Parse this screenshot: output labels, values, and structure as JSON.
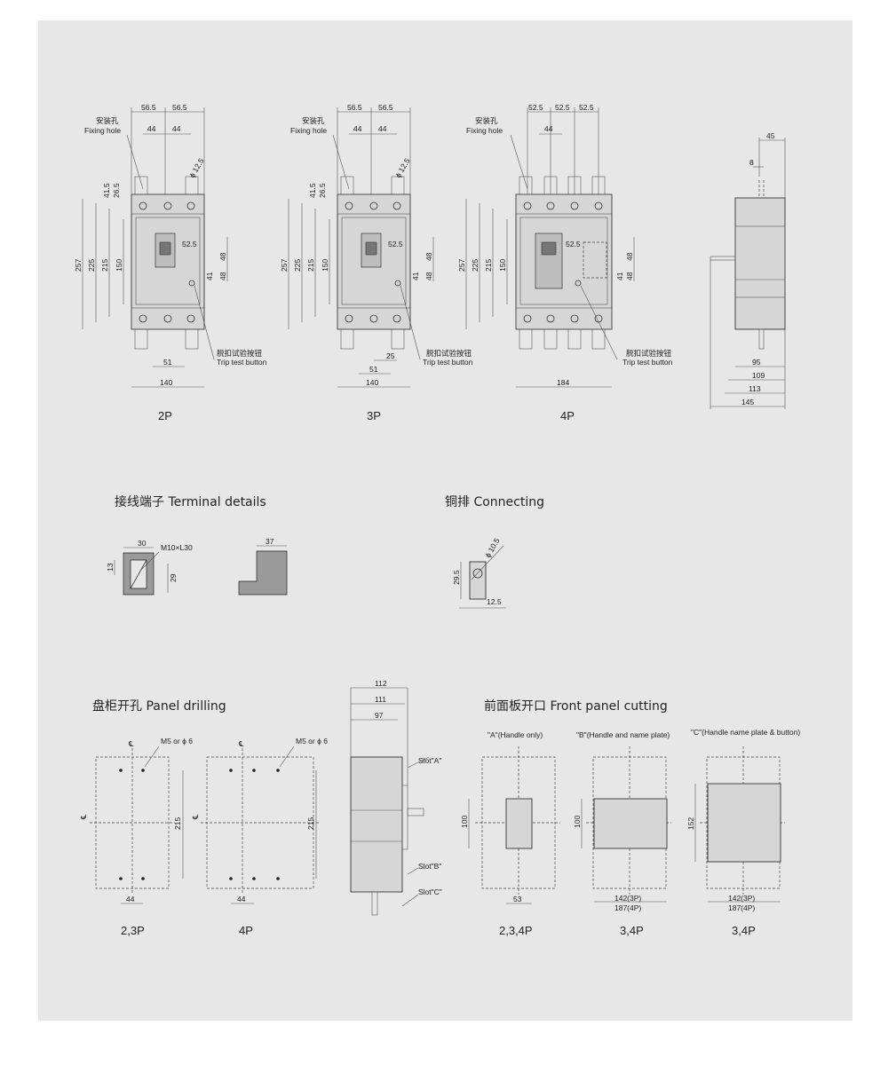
{
  "views": {
    "p2": {
      "label": "2P",
      "width": "140",
      "pitch1": "56.5",
      "pitch2": "56.5",
      "hole1": "44",
      "hole2": "44",
      "d125": "ϕ 12.5",
      "h257": "257",
      "h225": "225",
      "h215": "215",
      "h150": "150",
      "h41_5": "41.5",
      "h26_5": "26.5",
      "v52_5": "52.5",
      "v48a": "48",
      "v41": "41",
      "v48b": "48",
      "b51": "51",
      "fix_cn": "安装孔",
      "fix_en": "Fixing hole",
      "trip_cn": "脱扣试验按钮",
      "trip_en": "Trip test button"
    },
    "p3": {
      "label": "3P",
      "width": "140",
      "pitch1": "56.5",
      "pitch2": "56.5",
      "hole1": "44",
      "hole2": "44",
      "d125": "ϕ 12.5",
      "h257": "257",
      "h225": "225",
      "h215": "215",
      "h150": "150",
      "h41_5": "41.5",
      "h26_5": "26.5",
      "v52_5": "52.5",
      "v48a": "48",
      "v41": "41",
      "v48b": "48",
      "b51": "51",
      "b25": "25",
      "fix_cn": "安装孔",
      "fix_en": "Fixing hole",
      "trip_cn": "脱扣试验按钮",
      "trip_en": "Trip test button"
    },
    "p4": {
      "label": "4P",
      "width": "184",
      "pitch1": "52.5",
      "pitch2": "52.5",
      "pitch3": "52.5",
      "hole1": "44",
      "h257": "257",
      "h225": "225",
      "h215": "215",
      "h150": "150",
      "v52_5": "52.5",
      "v48a": "48",
      "v41": "41",
      "v48b": "48",
      "fix_cn": "安装孔",
      "fix_en": "Fixing hole",
      "trip_cn": "脱扣试验按钮",
      "trip_en": "Trip test button"
    },
    "side": {
      "d45": "45",
      "d8": "8",
      "d95": "95",
      "d109": "109",
      "d113": "113",
      "d145": "145"
    }
  },
  "terminal": {
    "title": "接线端子 Terminal details",
    "d30": "30",
    "screw": "M10×L30",
    "d13": "13",
    "d29": "29",
    "d37": "37"
  },
  "connecting": {
    "title": "铜排 Connecting",
    "d105": "ϕ 10.5",
    "d295": "29.5",
    "d125": "12.5"
  },
  "panel_drilling": {
    "title": "盘柜开孔 Panel drilling",
    "screw_a": "M5 or ϕ 6",
    "screw_b": "M5 or ϕ 6",
    "h215a": "215",
    "h215b": "215",
    "w44a": "44",
    "w44b": "44",
    "label_a": "2,3P",
    "label_b": "4P",
    "cl": "℄"
  },
  "side_slots": {
    "d112": "112",
    "d111": "111",
    "d97": "97",
    "slot_a": "Slot\"A\"",
    "slot_b": "Slot\"B\"",
    "slot_c": "Slot\"C\""
  },
  "front_cutting": {
    "title": "前面板开口 Front panel cutting",
    "a": {
      "caption": "\"A\"(Handle only)",
      "h": "100",
      "w": "53",
      "label": "2,3,4P"
    },
    "b": {
      "caption": "\"B\"(Handle and name plate)",
      "h": "100",
      "w1": "142(3P)",
      "w2": "187(4P)",
      "label": "3,4P"
    },
    "c": {
      "caption": "\"C\"(Handle name plate & button)",
      "h": "152",
      "w1": "142(3P)",
      "w2": "187(4P)",
      "label": "3,4P"
    }
  }
}
